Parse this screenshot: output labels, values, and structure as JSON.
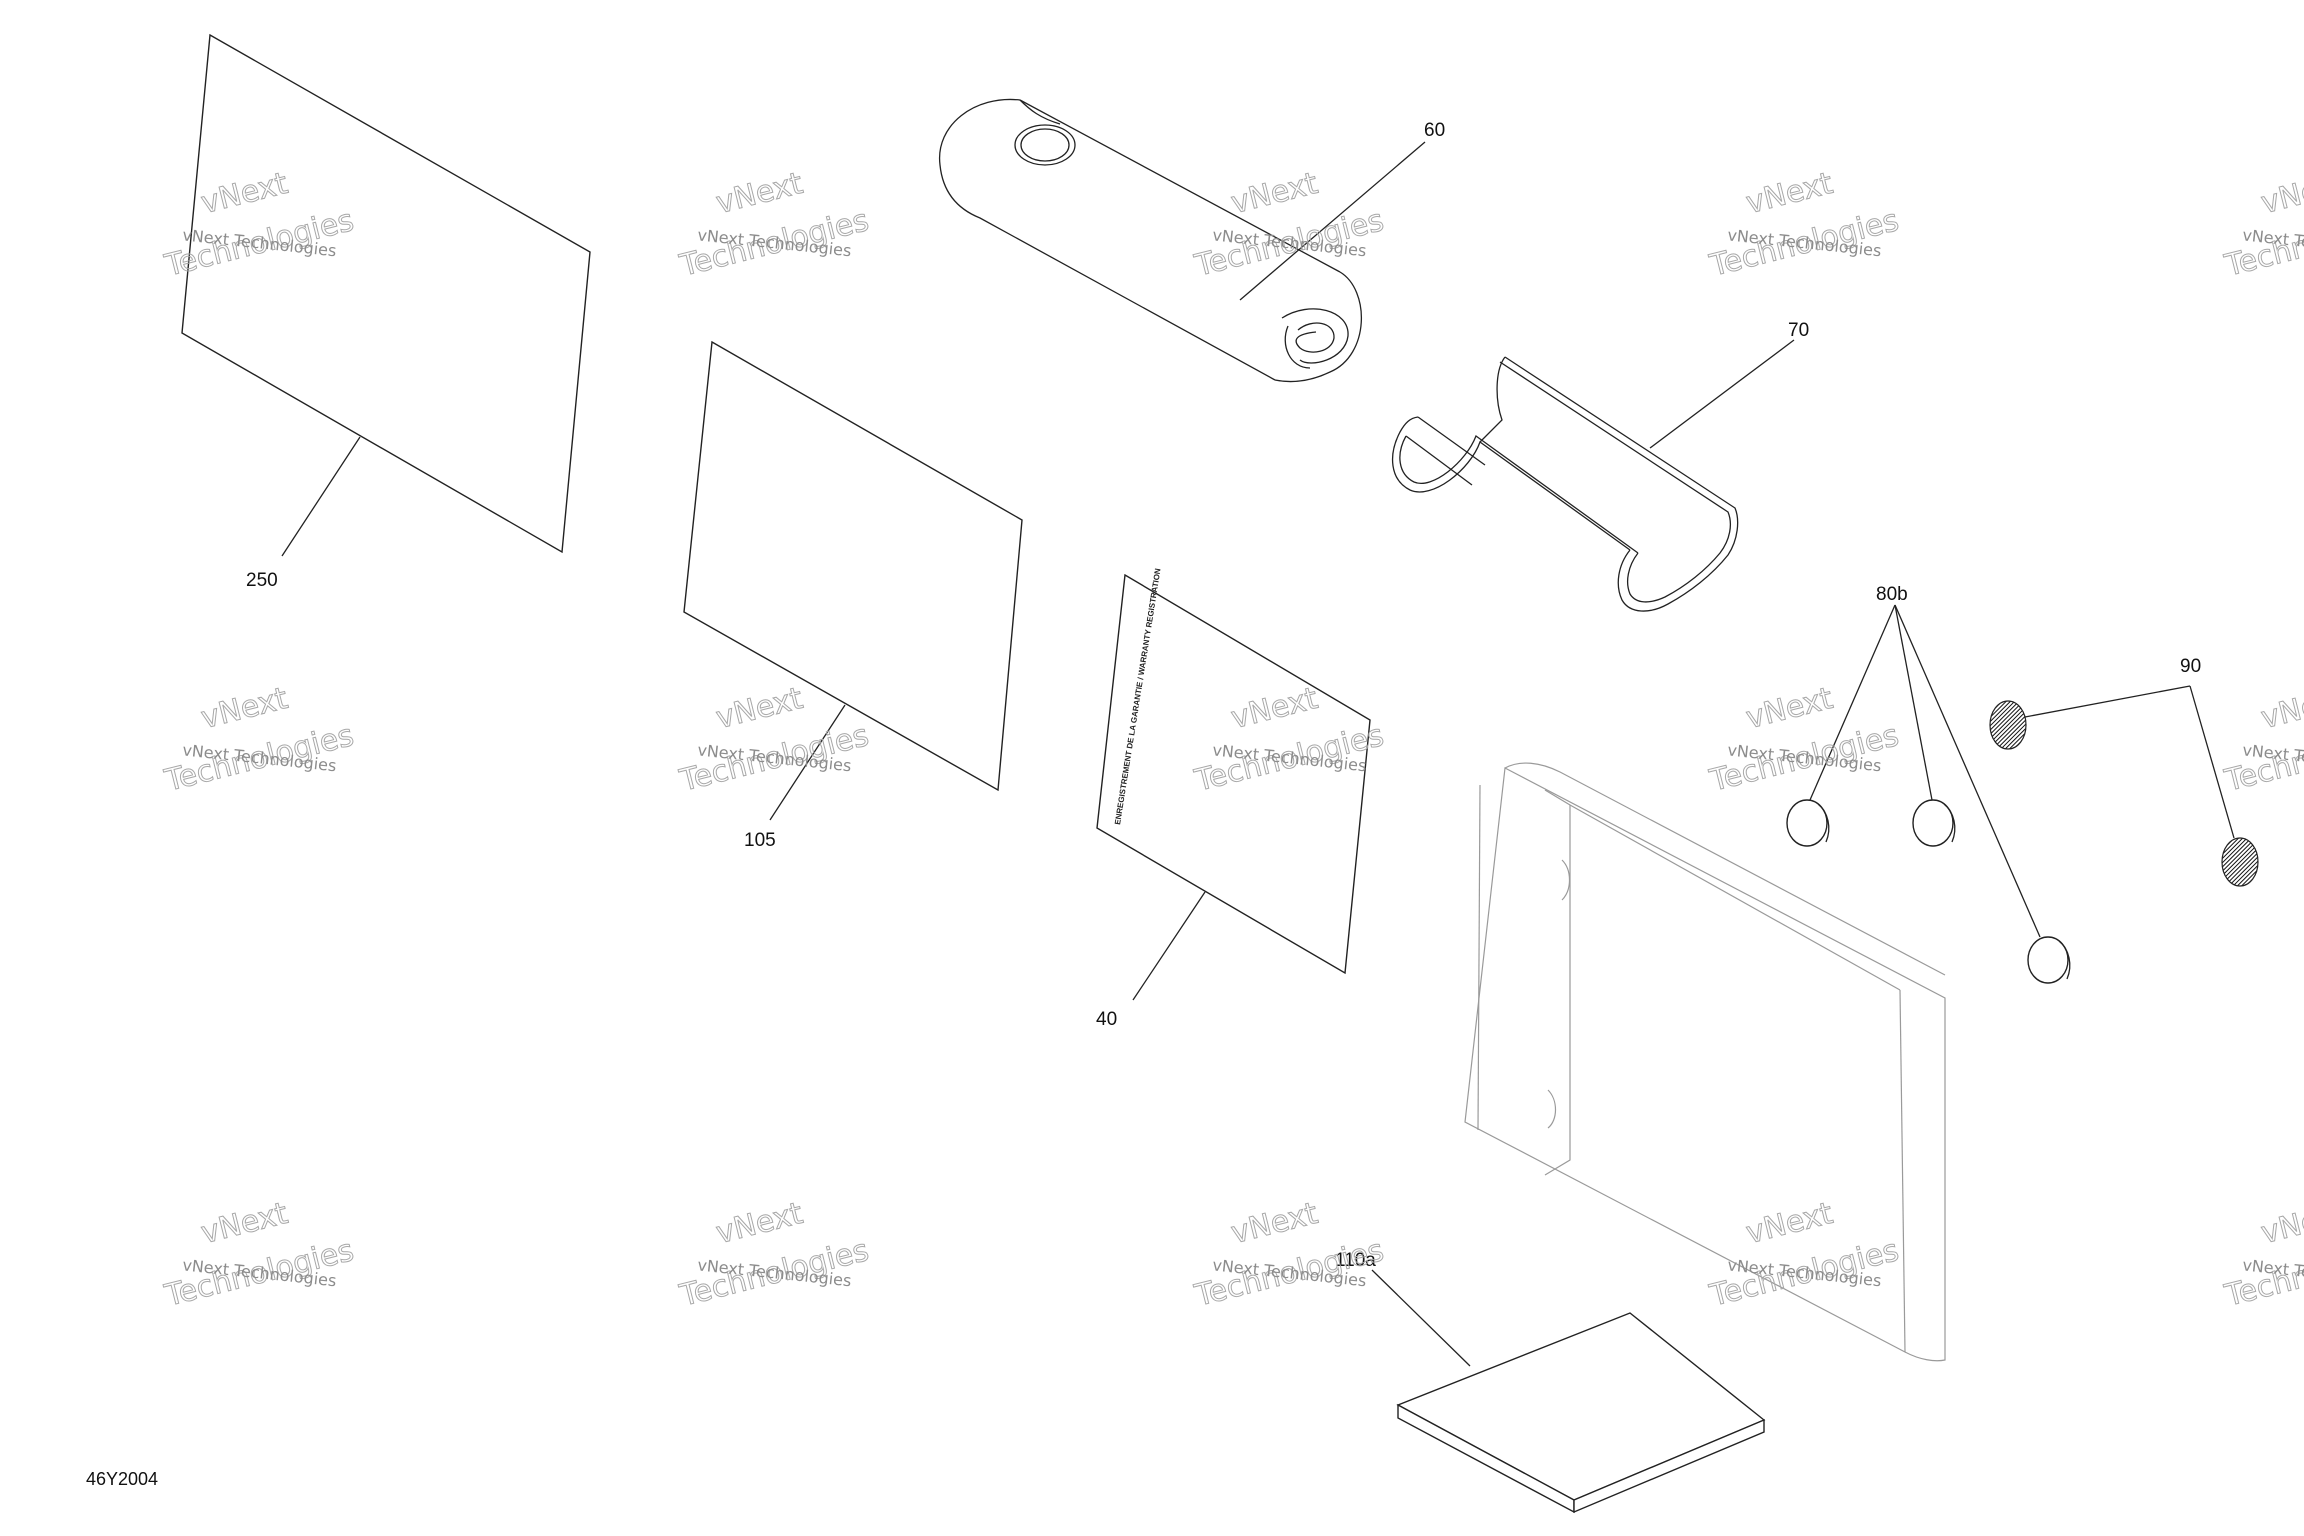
{
  "diagram": {
    "part_labels": {
      "p250": "250",
      "p105": "105",
      "p40": "40",
      "p60": "60",
      "p70": "70",
      "p80b": "80b",
      "p90": "90",
      "p110a": "110a"
    },
    "card_text": "ENREGISTREMENT DE LA GARANTIE / WARRANTY REGISTRATION",
    "drawing_code": "46Y2004",
    "watermark": {
      "small": "vNext Technologies",
      "big_line1": "vNext",
      "big_line2": "Technologies"
    }
  }
}
